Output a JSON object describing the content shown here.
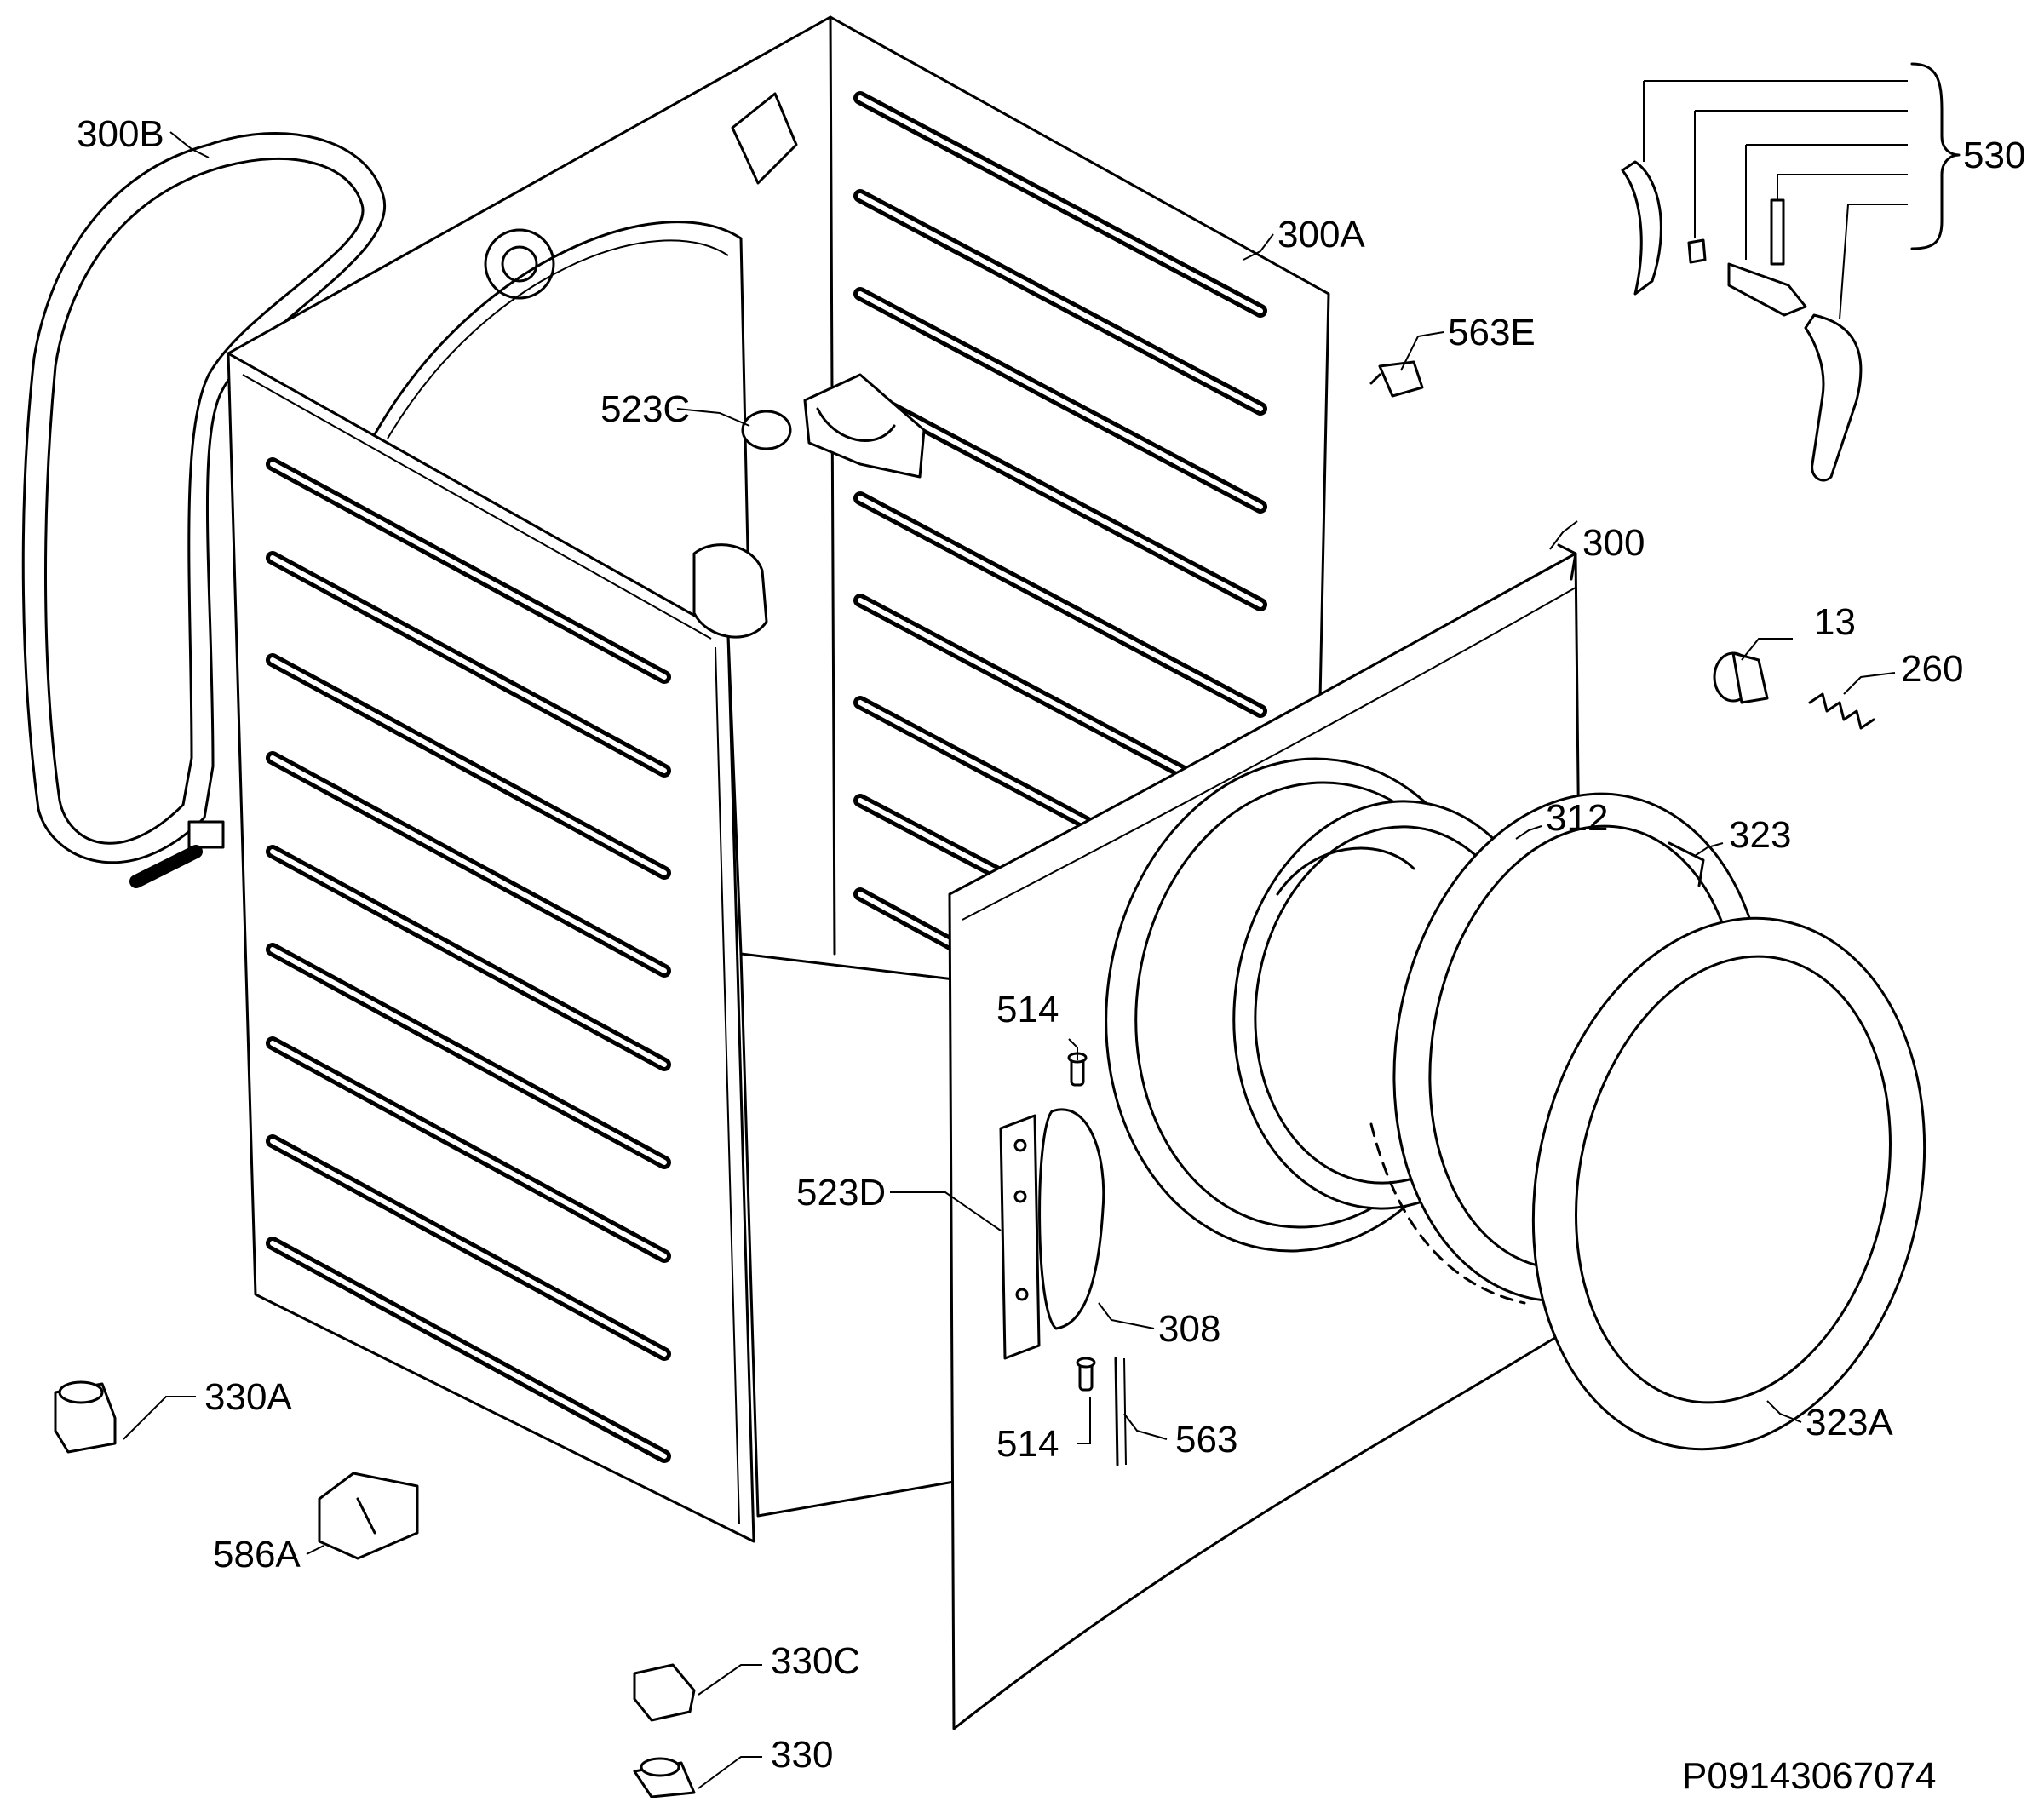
{
  "diagram_id": "P09143067074",
  "callouts": {
    "c300B": "300B",
    "c300A": "300A",
    "c300": "300",
    "c523C": "523C",
    "c563E": "563E",
    "c530": "530",
    "c13": "13",
    "c260": "260",
    "c312": "312",
    "c323": "323",
    "c514a": "514",
    "c514b": "514",
    "c523D": "523D",
    "c308": "308",
    "c563": "563",
    "c323A": "323A",
    "c330A": "330A",
    "c586A": "586A",
    "c330C": "330C",
    "c330": "330"
  }
}
